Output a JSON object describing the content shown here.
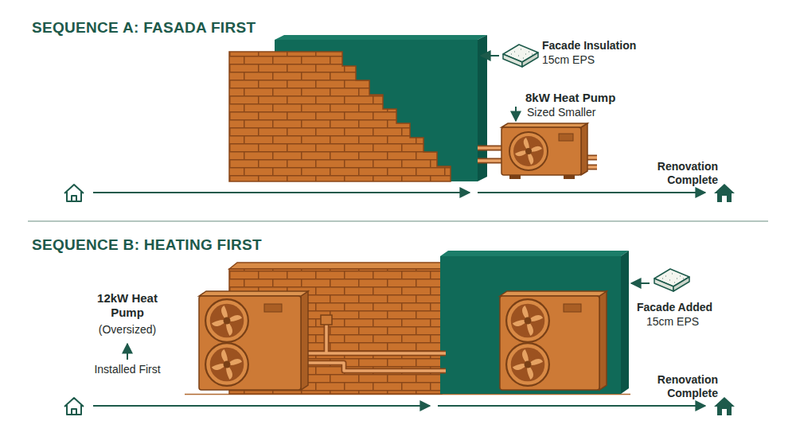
{
  "diagram": {
    "labels": [
      "SEQUENCE A: FASADA FIRST",
      "Facade Insulation",
      "15cm EPS",
      "8kW Heat Pump",
      "Sized Smaller",
      "Renovation Complete",
      "SEQUENCE B: HEATING FIRST",
      "12kW Heat Pump",
      "(Oversized)",
      "Installed First",
      "Facade Added",
      "15cm EPS",
      "Renovation Complete"
    ]
  }
}
